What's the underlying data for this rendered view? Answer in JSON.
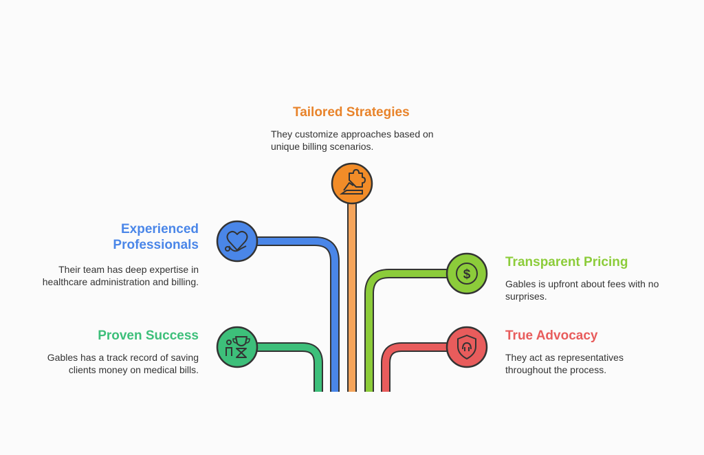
{
  "items": {
    "tailored": {
      "title": "Tailored Strategies",
      "description": "They customize approaches based on unique billing scenarios.",
      "color": "#f28c28",
      "icon": "puzzle-hand-icon"
    },
    "experienced": {
      "title_line1": "Experienced",
      "title_line2": "Professionals",
      "description": "Their team has deep expertise in healthcare administration and billing.",
      "color": "#4a86e8",
      "icon": "heart-stethoscope-icon"
    },
    "proven": {
      "title": "Proven Success",
      "description": "Gables has a track record of saving clients money on medical bills.",
      "color": "#3dbf7a",
      "icon": "trophy-hourglass-icon"
    },
    "transparent": {
      "title": "Transparent Pricing",
      "description": "Gables is upfront about fees with no surprises.",
      "color": "#8ccc3a",
      "icon": "dollar-coin-icon"
    },
    "advocacy": {
      "title": "True Advocacy",
      "description": "They act as representatives throughout the process.",
      "color": "#e85c5c",
      "icon": "shield-handshake-icon"
    }
  }
}
